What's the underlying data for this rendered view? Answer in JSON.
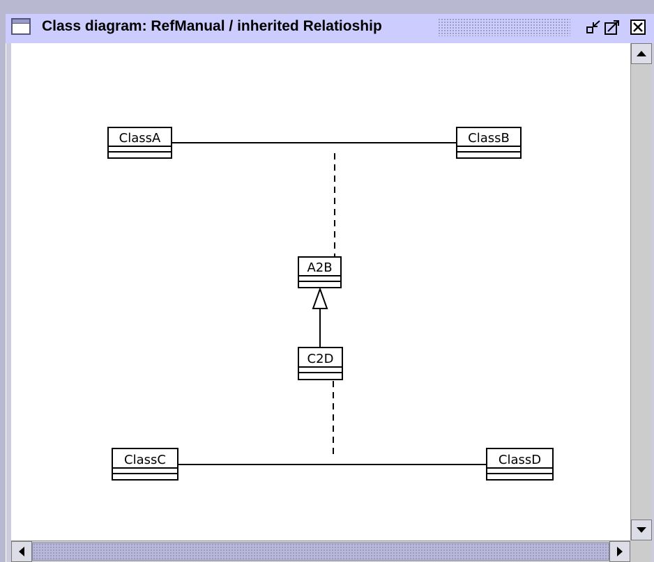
{
  "window": {
    "title": "Class diagram: RefManual / inherited Relatioship"
  },
  "diagram": {
    "classes": {
      "class_a": "ClassA",
      "class_b": "ClassB",
      "class_c": "ClassC",
      "class_d": "ClassD",
      "a2b": "A2B",
      "c2d": "C2D"
    }
  },
  "icons": {
    "window": "window-icon",
    "iconify": "iconify-icon",
    "maximize": "maximize-icon",
    "close": "close-icon",
    "scroll_up": "arrow-up-icon",
    "scroll_down": "arrow-down-icon",
    "scroll_left": "arrow-left-icon",
    "scroll_right": "arrow-right-icon"
  }
}
